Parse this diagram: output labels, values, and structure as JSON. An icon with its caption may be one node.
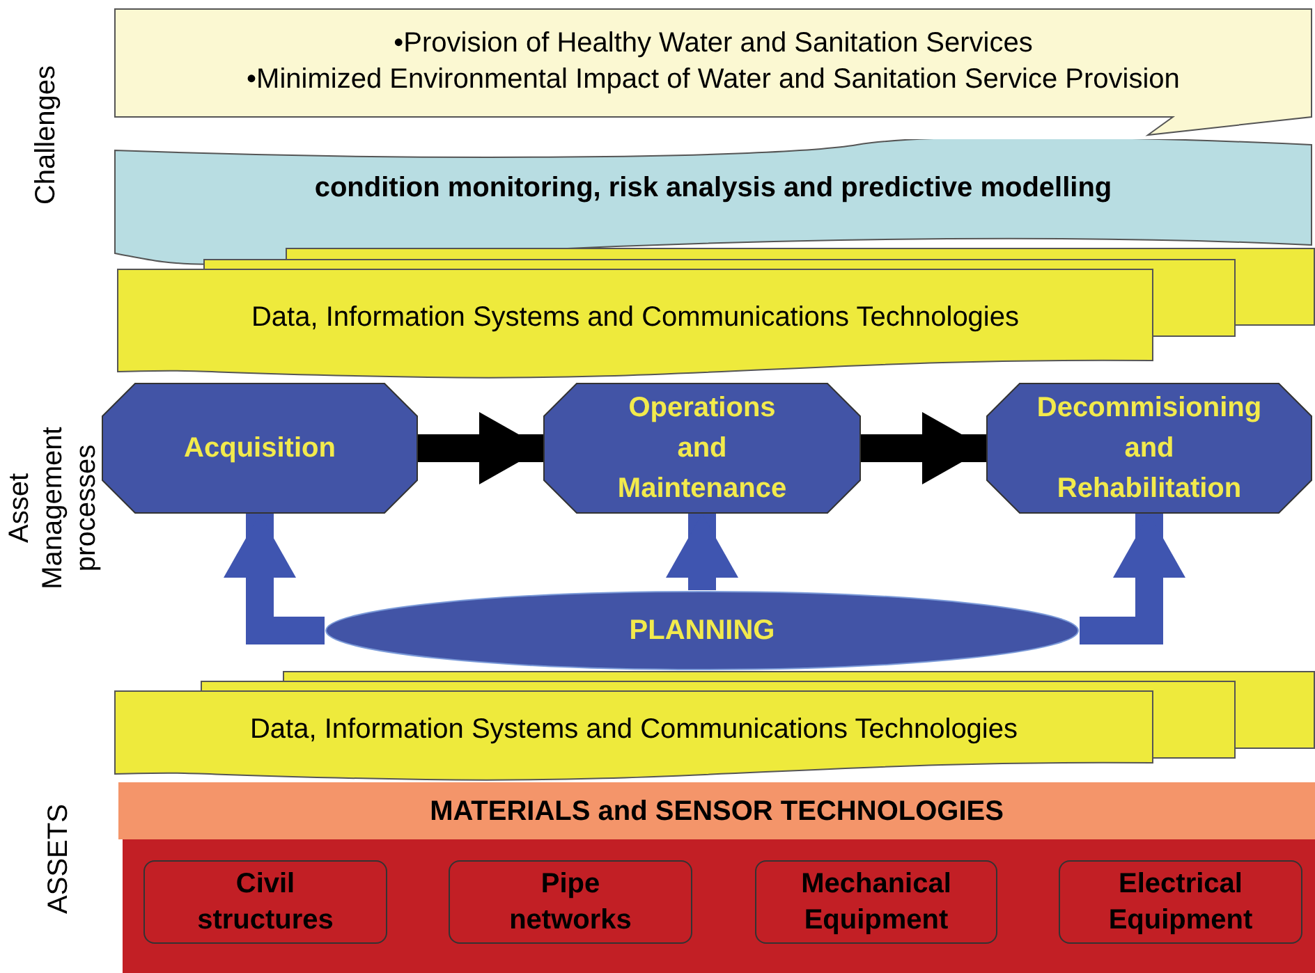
{
  "diagram": {
    "nodes": [
      {
        "text": [
          "•Provision of Healthy Water and Sanitation Services",
          "•Minimized Environmental Impact of Water and Sanitation Service Provision"
        ]
      },
      {
        "text": [
          "condition monitoring, risk analysis and predictive modelling"
        ]
      },
      {
        "text": [
          "Data, Information Systems and Communications Technologies"
        ]
      },
      {
        "text": [
          "Acquisition"
        ]
      },
      {
        "text": [
          "Operations and Maintenance"
        ]
      },
      {
        "text": [
          "Decommisioning and Rehabilitation"
        ]
      },
      {
        "text": [
          "PLANNING"
        ]
      },
      {
        "text": [
          "Data, Information Systems and Communications Technologies"
        ]
      },
      {
        "text": [
          "MATERIALS and SENSOR TECHNOLOGIES"
        ]
      },
      {
        "text": [],
        "shape": "box"
      },
      {
        "text": [
          "Civil structures"
        ],
        "in": 9
      },
      {
        "text": [
          "Pipe networks"
        ],
        "in": 9
      },
      {
        "text": [
          "Mechanical Equipment"
        ],
        "in": 9
      },
      {
        "text": [
          "Electrical Equipment"
        ],
        "in": 9
      }
    ],
    "edges": [
      {
        "from": 3,
        "to": 4,
        "arrow": "to",
        "color": "#000000"
      },
      {
        "from": 4,
        "to": 5,
        "arrow": "to",
        "color": "#000000"
      },
      {
        "from": 6,
        "to": 3,
        "arrow": "to"
      },
      {
        "from": 6,
        "to": 4,
        "arrow": "to"
      },
      {
        "from": 6,
        "to": 5,
        "arrow": "to"
      }
    ],
    "labels": [
      "Challenges",
      "Asset Management processes",
      "ASSETS"
    ]
  }
}
